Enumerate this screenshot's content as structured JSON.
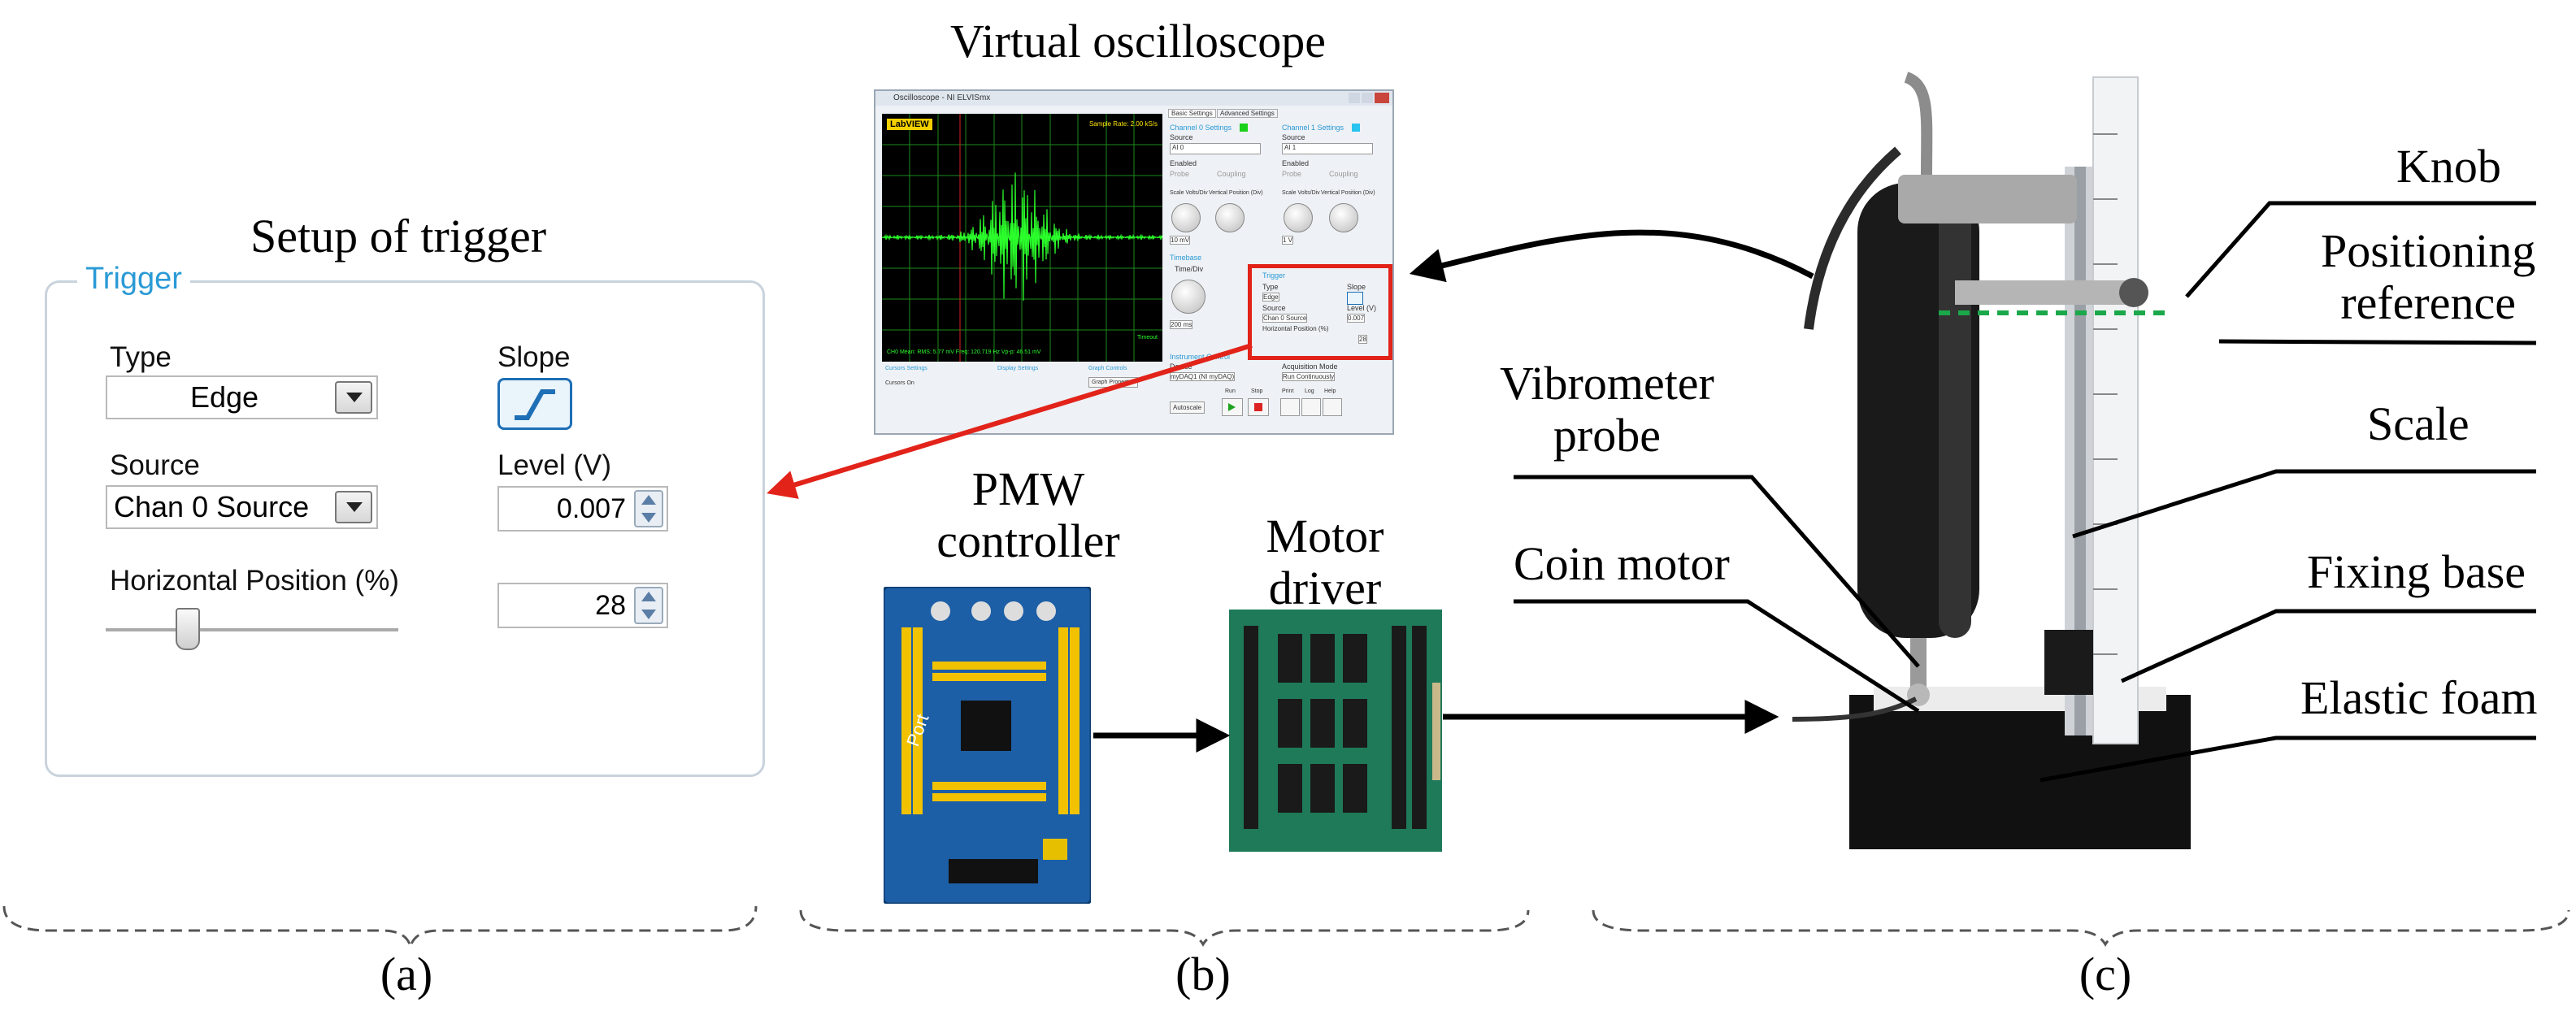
{
  "panel_a": {
    "heading": "Setup of trigger",
    "legend": "Trigger",
    "type_label": "Type",
    "type_value": "Edge",
    "slope_label": "Slope",
    "source_label": "Source",
    "source_value": "Chan 0 Source",
    "level_label": "Level (V)",
    "level_value": "0.007",
    "hpos_label": "Horizontal Position (%)",
    "hpos_value": "28",
    "hpos_fraction": 0.28,
    "caption": "(a)"
  },
  "panel_b": {
    "scope_heading": "Virtual oscilloscope",
    "scope_window_title": "Oscilloscope - NI ELVISmx",
    "scope_brand": "LabVIEW",
    "scope_sample_rate": "Sample Rate: 2.00 kS/s",
    "scope_tabs": [
      "Basic Settings",
      "Advanced Settings"
    ],
    "scope_ch0": "Channel 0 Settings",
    "scope_ch1": "Channel 1 Settings",
    "scope_source0": "AI 0",
    "scope_source1": "AI 1",
    "scope_enabled": "Enabled",
    "scope_probe": "Probe",
    "scope_coupling": "Coupling",
    "scope_scale": "Scale Volts/Div",
    "scope_vpos": "Vertical Position (Div)",
    "scope_scale0": "10 mV",
    "scope_scale1": "1 V",
    "scope_timebase": "Timebase",
    "scope_timediv": "Time/Div",
    "scope_timebase_value": "200 ms",
    "scope_trigger": "Trigger",
    "scope_type": "Type",
    "scope_edge": "Edge",
    "scope_slope": "Slope",
    "scope_source": "Source",
    "scope_chan0src": "Chan 0 Source",
    "scope_level": "Level (V)",
    "scope_level_value": "0.007",
    "scope_hpos": "Horizontal Position (%)",
    "scope_hpos_value": "28",
    "scope_instrument": "Instrument Control",
    "scope_device": "Device",
    "scope_device_value": "myDAQ1 (NI myDAQ)",
    "scope_acq": "Acquisition Mode",
    "scope_acq_value": "Run Continuously",
    "scope_readout": "CH0 Mean:    RMS: 5.77 mV    Freq: 120.719 Hz    Vp-p: 46.51 mV",
    "scope_timeout": "Timeout",
    "scope_bottom_labels": [
      "Cursors Settings",
      "Display Settings",
      "Graph Controls"
    ],
    "scope_cursors": "Cursors On",
    "scope_graph_props": "Graph Properties",
    "scope_buttons": [
      "Autoscale",
      "Run",
      "Stop",
      "Print",
      "Log",
      "Help"
    ],
    "pwm_label_line1": "PMW",
    "pwm_label_line2": "controller",
    "driver_label_line1": "Motor",
    "driver_label_line2": "driver",
    "board_text": "Port",
    "caption": "(b)"
  },
  "panel_c": {
    "knob": "Knob",
    "positioning_line1": "Positioning",
    "positioning_line2": "reference",
    "vibrometer_line1": "Vibrometer",
    "vibrometer_line2": "probe",
    "scale": "Scale",
    "coin_motor": "Coin motor",
    "fixing_base": "Fixing base",
    "elastic_foam": "Elastic foam",
    "caption": "(c)"
  },
  "colors": {
    "arrow_red": "#e2231a",
    "trigger_blue": "#2a9ad6",
    "scope_trace": "#2bff2b",
    "board_blue": "#1d5fa6",
    "reference_green": "#1aa84a"
  }
}
